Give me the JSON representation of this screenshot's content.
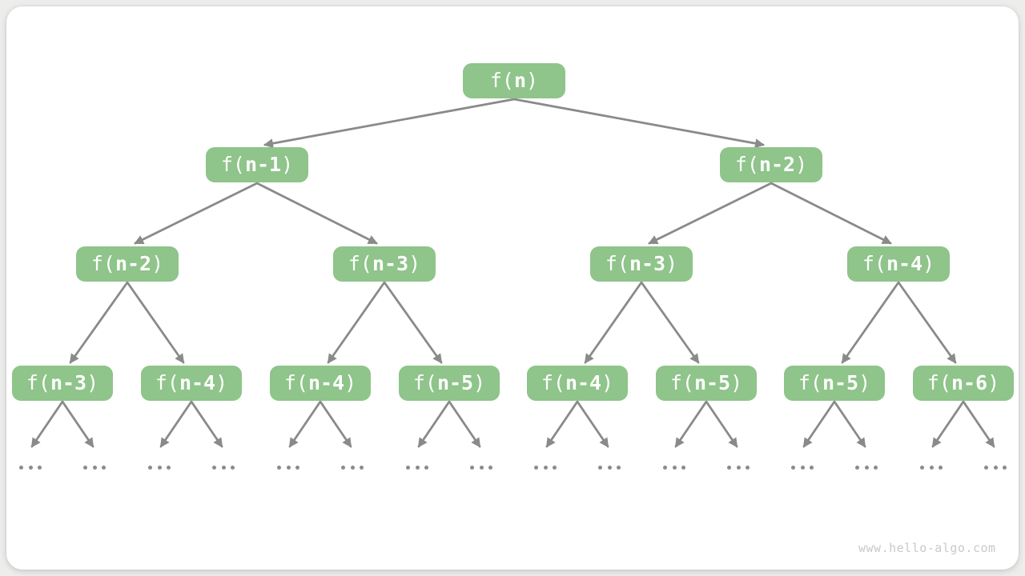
{
  "watermark": "www.hello-algo.com",
  "ellipsis": "...",
  "colors": {
    "node_fill": "#8FC48A",
    "node_text": "#FFFFFF",
    "arrow": "#8A8A8A",
    "ellipsis_dots": "#8B8B8B",
    "card_background": "#FFFFFF",
    "page_background": "#EDEDEC",
    "watermark_text": "#C9C9C9"
  },
  "tree": {
    "type": "recursion-tree",
    "description": "Fibonacci-style recursion tree: each call f(k) branches into f(k-1) and f(k-2); bottom level continues with ellipsis",
    "levels": [
      {
        "nodes": [
          {
            "label": "f(n)",
            "pre": "f(",
            "mid": "n",
            "post": ")"
          }
        ]
      },
      {
        "nodes": [
          {
            "label": "f(n-1)",
            "pre": "f(",
            "mid": "n-1",
            "post": ")"
          },
          {
            "label": "f(n-2)",
            "pre": "f(",
            "mid": "n-2",
            "post": ")"
          }
        ]
      },
      {
        "nodes": [
          {
            "label": "f(n-2)",
            "pre": "f(",
            "mid": "n-2",
            "post": ")"
          },
          {
            "label": "f(n-3)",
            "pre": "f(",
            "mid": "n-3",
            "post": ")"
          },
          {
            "label": "f(n-3)",
            "pre": "f(",
            "mid": "n-3",
            "post": ")"
          },
          {
            "label": "f(n-4)",
            "pre": "f(",
            "mid": "n-4",
            "post": ")"
          }
        ]
      },
      {
        "nodes": [
          {
            "label": "f(n-3)",
            "pre": "f(",
            "mid": "n-3",
            "post": ")"
          },
          {
            "label": "f(n-4)",
            "pre": "f(",
            "mid": "n-4",
            "post": ")"
          },
          {
            "label": "f(n-4)",
            "pre": "f(",
            "mid": "n-4",
            "post": ")"
          },
          {
            "label": "f(n-5)",
            "pre": "f(",
            "mid": "n-5",
            "post": ")"
          },
          {
            "label": "f(n-4)",
            "pre": "f(",
            "mid": "n-4",
            "post": ")"
          },
          {
            "label": "f(n-5)",
            "pre": "f(",
            "mid": "n-5",
            "post": ")"
          },
          {
            "label": "f(n-5)",
            "pre": "f(",
            "mid": "n-5",
            "post": ")"
          },
          {
            "label": "f(n-6)",
            "pre": "f(",
            "mid": "n-6",
            "post": ")"
          }
        ]
      }
    ],
    "edges_by_level_index": [
      [
        [
          0,
          0
        ],
        [
          1,
          0
        ]
      ],
      [
        [
          0,
          0
        ],
        [
          1,
          1
        ]
      ],
      [
        [
          1,
          0
        ],
        [
          2,
          0
        ]
      ],
      [
        [
          1,
          0
        ],
        [
          2,
          1
        ]
      ],
      [
        [
          1,
          1
        ],
        [
          2,
          2
        ]
      ],
      [
        [
          1,
          1
        ],
        [
          2,
          3
        ]
      ],
      [
        [
          2,
          0
        ],
        [
          3,
          0
        ]
      ],
      [
        [
          2,
          0
        ],
        [
          3,
          1
        ]
      ],
      [
        [
          2,
          1
        ],
        [
          3,
          2
        ]
      ],
      [
        [
          2,
          1
        ],
        [
          3,
          3
        ]
      ],
      [
        [
          2,
          2
        ],
        [
          3,
          4
        ]
      ],
      [
        [
          2,
          2
        ],
        [
          3,
          5
        ]
      ],
      [
        [
          2,
          3
        ],
        [
          3,
          6
        ]
      ],
      [
        [
          2,
          3
        ],
        [
          3,
          7
        ]
      ]
    ],
    "leaf_children": "each level-4 node points to two ellipsis marks",
    "ellipsis_marks_count": 16
  }
}
